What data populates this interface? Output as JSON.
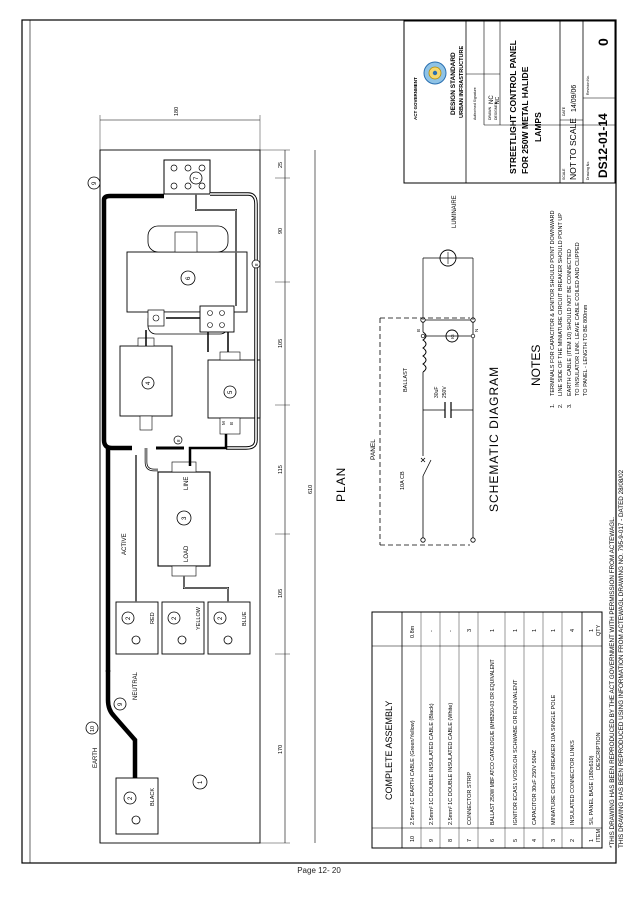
{
  "page_footer": "Page 12- 20",
  "title_block": {
    "agency": "ACT GOVERNMENT",
    "std_line1": "DESIGN STANDARD",
    "std_line2": "URBAN INFRASTRUCTURE",
    "authorised_label": "Authorised Signature",
    "drawn_label": "DRAWN",
    "drawn_value": "NC",
    "designed_label": "DESIGNED",
    "designed_value": "NC",
    "title_line1": "STREETLIGHT CONTROL PANEL",
    "title_line2": "FOR 250W METAL HALIDE",
    "title_line3": "LAMPS",
    "scale_label": "SCALE",
    "scale_value": "NOT TO SCALE",
    "date_label": "DATE",
    "date_value": "14/09/06",
    "drawing_no_label": "Drawing No.",
    "drawing_no": "DS12-01-14",
    "revision_label": "Revision No.",
    "revision": "0"
  },
  "notes": {
    "heading": "NOTES",
    "items": [
      {
        "num": "1.",
        "lines": [
          "TERMINALS FOR CAPACITOR & IGNITOR SHOULD POINT DOWNWARD"
        ]
      },
      {
        "num": "2.",
        "lines": [
          "LINE SIDE OF THE MINIATURE CIRCUIT BREAKER SHOULD POINT UP"
        ]
      },
      {
        "num": "3.",
        "lines": [
          "EARTH CABLE (ITEM 10) SHOULD NOT BE CONNECTED",
          "TO INSULATOR LINK. LEAVE CABLE COILED AND CLIPPED",
          "TO PANEL - LENGTH TO BE 800mm"
        ]
      }
    ]
  },
  "schematic": {
    "title": "SCHEMATIC DIAGRAM",
    "luminaire": "LUMINAIRE",
    "panel": "PANEL",
    "breaker": "10A CB",
    "ballast": "BALLAST",
    "capacitor_line1": "30uF",
    "capacitor_line2": "250V",
    "ignitor_num": "IG",
    "term_b": "B",
    "term_n": "N"
  },
  "plan": {
    "title": "PLAN",
    "overall_dim": "610",
    "width_dim": "180",
    "dims": [
      "25",
      "90",
      "105",
      "115",
      "105",
      "170"
    ],
    "labels": {
      "active": "ACTIVE",
      "neutral": "NEUTRAL",
      "earth": "EARTH",
      "line": "LINE",
      "load": "LOAD",
      "red": "RED",
      "yellow": "YELLOW",
      "blue": "BLUE",
      "black": "BLACK",
      "m": "M",
      "b": "B"
    },
    "balloons": [
      "9",
      "6",
      "4",
      "5",
      "3",
      "2",
      "2",
      "2",
      "2",
      "9",
      "10",
      "1",
      "8",
      "8",
      "7"
    ]
  },
  "assembly": {
    "title": "COMPLETE ASSEMBLY",
    "col_item": "ITEM",
    "col_desc": "DESCRIPTION",
    "col_qty": "QTY",
    "rows": [
      {
        "item": "10",
        "desc": "2.5mm² 1C EARTH CABLE (Green/Yellow)",
        "qty": "0.8m"
      },
      {
        "item": "9",
        "desc": "2.5mm² 1C DOUBLE INSULATED CABLE (Black)",
        "qty": "-"
      },
      {
        "item": "8",
        "desc": "2.5mm² 1C DOUBLE INSULATED CABLE (White)",
        "qty": "-"
      },
      {
        "item": "7",
        "desc": "CONNECTOR STRIP",
        "qty": "3"
      },
      {
        "item": "6",
        "desc": "BALLAST 250W MBF ATCO CATALOGUE (MHB250-03 OR EQUIVALENT",
        "qty": "1"
      },
      {
        "item": "5",
        "desc": "IGNITOR ECAS1 VOSSLOH SCHWABE OR EQUIVALENT",
        "qty": "1"
      },
      {
        "item": "4",
        "desc": "CAPACITOR 30uF 250V 50HZ",
        "qty": "1"
      },
      {
        "item": "3",
        "desc": "MINIATURE CIRCUIT BREAKER 10A SINGLE POLE",
        "qty": "1"
      },
      {
        "item": "2",
        "desc": "INSULATED CONNECTOR LINKS",
        "qty": "4"
      },
      {
        "item": "1",
        "desc": "S/L PANEL BASE (180x610)",
        "qty": "1"
      }
    ]
  },
  "footnote": {
    "line1": "*THIS DRAWING HAS BEEN REPRODUCED BY THE ACT GOVERNMENT WITH PERMISSION FROM ACTEWAGL.",
    "line2": "THIS DRAWING HAS BEEN REPRODUCED USING INFORMATION FROM ACTEWAGL DRAWING NO. 795-9-017 - DATED 28/08/02"
  }
}
